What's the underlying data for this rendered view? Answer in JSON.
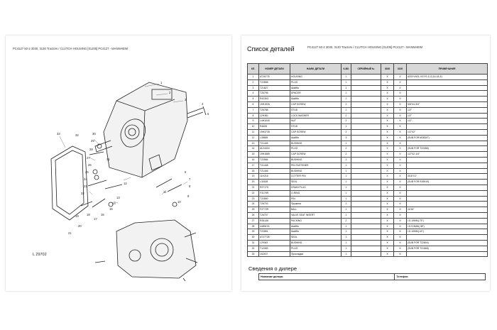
{
  "left_page": {
    "header": "PC4127 50-2 3030, 3130 Tractors / CLUTCH HOUSING [01J05] PC4127 - MANNHEIM",
    "figure_id": "L 29702",
    "callouts": [
      "1",
      "2",
      "3",
      "4",
      "5",
      "6",
      "7",
      "8",
      "9",
      "10",
      "11",
      "12",
      "13",
      "14",
      "15",
      "16",
      "17",
      "18",
      "19",
      "20",
      "21",
      "22",
      "23",
      "24",
      "25",
      "26",
      "27",
      "28",
      "29",
      "30",
      "31",
      "32",
      "33"
    ]
  },
  "right_page": {
    "title": "Список деталей",
    "header": "PC4127 50-2 3030, 3130 Tractors / CLUTCH HOUSING [01J05] PC4127 - MANNHEIM",
    "columns": [
      "КЛ.",
      "НОМЕР ДЕТАЛИ",
      "НАИМ. ДЕТАЛИ",
      "К-ВО",
      "СЕРИЙНЫЙ №",
      "3030",
      "3130",
      "ПРИМЕЧАНИЯ"
    ],
    "rows": [
      [
        "1",
        "AT26778",
        "HOUSING",
        "1",
        "",
        "X",
        "X",
        "ASSY,INCL.KEYS 4,13,16-18,31"
      ],
      [
        "2",
        "T22898",
        "PLUG",
        "1",
        "",
        "X",
        "X",
        ""
      ],
      [
        "3",
        "T21827",
        "Шайба",
        "1",
        "",
        "X",
        "X",
        ""
      ],
      [
        "4",
        "T26795",
        "SPACER",
        "1",
        "",
        "X",
        "X",
        ""
      ],
      [
        "5",
        "R42363",
        "Шайба",
        "1",
        "",
        "X",
        "X",
        ""
      ],
      [
        "6",
        "19H1926",
        "CAP SCREW",
        "2",
        "",
        "X",
        "X",
        "5/8\"X4-3/4\""
      ],
      [
        "7",
        "T26788",
        "STUD",
        "1",
        "",
        "X",
        "X",
        "1/2\""
      ],
      [
        "8",
        "12H381",
        "LOCK WASHER",
        "2",
        "",
        "X",
        "X",
        "1/2\""
      ],
      [
        "9",
        "14H1040",
        "NUT",
        "2",
        "",
        "X",
        "X",
        "1/2\""
      ],
      [
        "10",
        "R4608",
        "STUD",
        "1",
        "",
        "X",
        "X",
        ""
      ],
      [
        "11",
        "19H3735",
        "CAP SCREW",
        "2",
        "",
        "X",
        "X",
        "1/2\"X2\""
      ],
      [
        "12",
        "L35655",
        "Шайба",
        "3",
        "",
        "X",
        "X",
        "(SUB FOR M2834T)"
      ],
      [
        "13",
        "T21445",
        "BUSHING",
        "1",
        "",
        "X",
        "X",
        ""
      ],
      [
        "14",
        "AL24304",
        "PLUG",
        "2",
        "",
        "X",
        "X",
        "(SUB FOR T22088)"
      ],
      [
        "15",
        "19H1889",
        "CAP SCREW",
        "2",
        "",
        "X",
        "X",
        "1/2\"X2-1/4\""
      ],
      [
        "16",
        "T22584",
        "BUSHING",
        "1",
        "",
        "X",
        "X",
        ""
      ],
      [
        "17",
        "T21448",
        "PIN FASTENER",
        "1",
        "",
        "X",
        "X",
        ""
      ],
      [
        "18",
        "T21446",
        "BUSHING",
        "1",
        "",
        "X",
        "X",
        ""
      ],
      [
        "19",
        "11H216",
        "COTTER PIN",
        "1",
        "",
        "X",
        "X",
        "3/16\"X1\""
      ],
      [
        "20",
        "L31628",
        "SEAL",
        "1",
        "",
        "X",
        "X",
        "(SUB FOR R26919)"
      ],
      [
        "21",
        "R27175",
        "DRAIN PLUG",
        "1",
        "",
        "X",
        "X",
        ""
      ],
      [
        "22",
        "F3175R",
        "O-RING",
        "1",
        "",
        "X",
        "X",
        ""
      ],
      [
        "23",
        "T22850",
        "PIN",
        "1",
        "",
        "X",
        "X",
        ""
      ],
      [
        "24",
        "T26703",
        "Пружина",
        "1",
        "",
        "X",
        "X",
        ""
      ],
      [
        "25",
        "F2772R",
        "BALL",
        "1",
        "",
        "X",
        "X",
        "11/16\""
      ],
      [
        "26",
        "T26707",
        "VALVE SEAT INSERT",
        "1",
        "",
        "X",
        "X",
        ""
      ],
      [
        "27",
        "R26146",
        "PACKING",
        "2",
        "",
        "X",
        "X",
        "I.D.10MM(.75\")"
      ],
      [
        "28",
        "44894TA",
        "Шайба",
        "1",
        "",
        "X",
        "X",
        "I.D.9,5MM(.38\")"
      ],
      [
        "29",
        "T22851",
        "Шайба",
        "1",
        "",
        "X",
        "X",
        "I.D.10MM(.43\")"
      ],
      [
        "30",
        "AT27728",
        "SEAL",
        "1",
        "",
        "X",
        "X",
        ""
      ],
      [
        "31",
        "L29343",
        "BUSHING",
        "1",
        "",
        "X",
        "X",
        "(SUB FOR T22804)"
      ],
      [
        "32",
        "T12083",
        "PLUG",
        "1",
        "",
        "X",
        "X",
        "(SUB FOR T21868)"
      ],
      [
        "33",
        "L62437",
        "Прокладка",
        "1",
        "",
        "X",
        "X",
        ""
      ]
    ],
    "dealer": {
      "title": "Сведения о дилере",
      "name_label": "Название дилера:",
      "phone_label": "Телефон:"
    }
  }
}
